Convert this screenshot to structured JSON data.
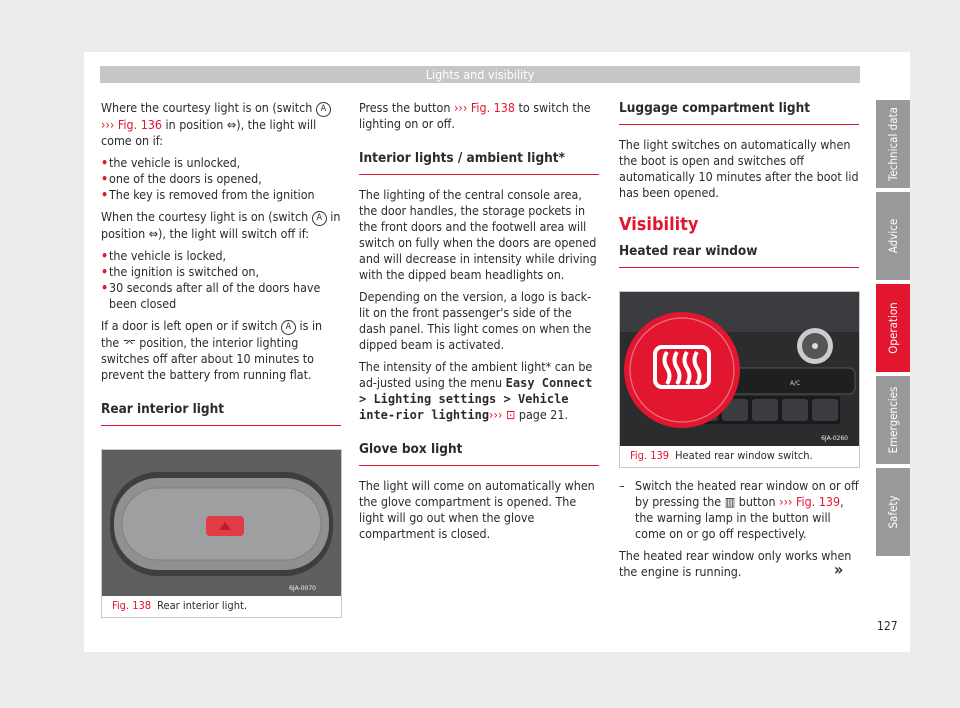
{
  "header": {
    "title": "Lights and visibility"
  },
  "col1": {
    "p1_a": "Where the courtesy light is on (switch ",
    "p1_circle": "A",
    "p1_arrows": " ››› ",
    "p1_ref": "Fig. 136",
    "p1_b": " in position ",
    "p1_icon": "⇔",
    "p1_c": "), the light will come on if:",
    "bullets1": [
      "the vehicle is unlocked,",
      "one of the doors is opened,",
      "The key is removed from the ignition"
    ],
    "p2_a": "When the courtesy light is on (switch ",
    "p2_circle": "A",
    "p2_b": " in position ",
    "p2_icon": "⇔",
    "p2_c": "), the light will switch off if:",
    "bullets2": [
      "the vehicle is locked,",
      "the ignition is switched on,",
      "30 seconds after all of the doors have been closed"
    ],
    "p3_a": "If a door is left open or if switch ",
    "p3_circle": "A",
    "p3_b": " is in the ",
    "p3_icon": "⌤",
    "p3_c": " position, the interior lighting switches off after about 10 minutes to prevent the battery from running flat.",
    "section_title": "Rear interior light",
    "figure": {
      "code": "6JA-0070",
      "num": "Fig. 138",
      "caption": "Rear interior light."
    }
  },
  "col2": {
    "p1_a": "Press the button ",
    "p1_arrows": "›››",
    "p1_ref": "Fig. 138",
    "p1_b": " to switch the lighting on or off.",
    "section1": "Interior lights / ambient light*",
    "p2": "The lighting of the central console area, the door handles, the storage pockets in the front doors and the footwell area will switch on fully when the doors are opened and will decrease in intensity while driving with the dipped beam headlights on.",
    "p3": "Depending on the version, a logo is back-lit on the front passenger's side of the dash panel. This light comes on when the dipped beam is activated.",
    "p4_a": "The intensity of the ambient light* can be ad-justed using the menu ",
    "p4_menu": "Easy Connect > Lighting settings > Vehicle inte-rior lighting",
    "p4_arrows": "›››",
    "p4_page": " page 21",
    "p4_b": ".",
    "section2": "Glove box light",
    "p5": "The light will come on automatically when the glove compartment is opened. The light will go out when the glove compartment is closed."
  },
  "col3": {
    "section1": "Luggage compartment light",
    "p1": "The light switches on automatically when the boot is open and switches off automatically 10 minutes after the boot lid has been opened.",
    "big_title": "Visibility",
    "section2": "Heated rear window",
    "figure": {
      "code": "6JA-0260",
      "num": "Fig. 139",
      "caption": "Heated rear window switch.",
      "ac_label": "A/C"
    },
    "dash_a": "Switch the heated rear window on or off by pressing the ",
    "dash_icon": "▥",
    "dash_b": " button ",
    "dash_arrows": "›››",
    "dash_ref": "Fig. 139",
    "dash_c": ", the warning lamp in the button will come on or go off respectively.",
    "p2": "The heated rear window only works when the engine is running.",
    "continue": "»"
  },
  "tabs": [
    "Technical data",
    "Advice",
    "Operation",
    "Emergencies",
    "Safety"
  ],
  "active_tab": "Operation",
  "page_number": "127",
  "colors": {
    "accent": "#e2162f",
    "tab": "#999999",
    "header": "#c6c6c6"
  }
}
